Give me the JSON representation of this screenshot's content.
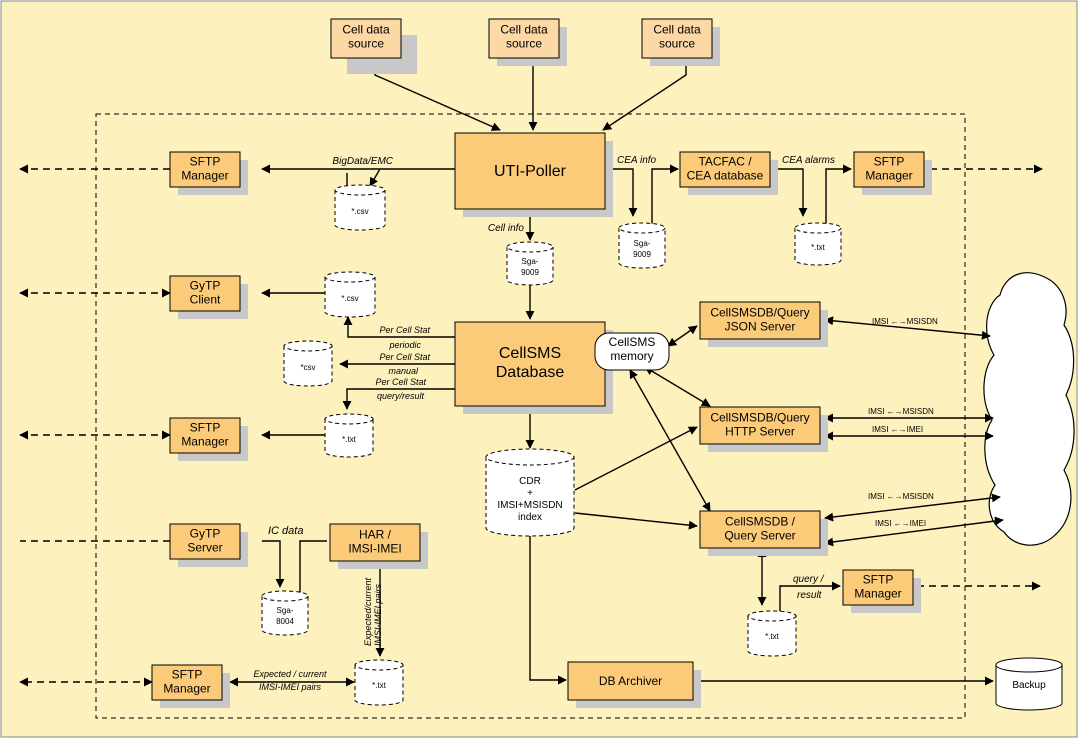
{
  "boxes": {
    "src1": [
      "Cell data",
      "source"
    ],
    "src2": [
      "Cell data",
      "source"
    ],
    "src3": [
      "Cell data",
      "source"
    ],
    "sftp_top": [
      "SFTP",
      "Manager"
    ],
    "uti_poller": [
      "UTI-Poller"
    ],
    "tacfac": [
      "TACFAC /",
      "CEA database"
    ],
    "sftp_top_right": [
      "SFTP",
      "Manager"
    ],
    "gytp_client": [
      "GyTP",
      "Client"
    ],
    "cellsms_db": [
      "CellSMS",
      "Database"
    ],
    "json_server": [
      "CellSMSDB/Query",
      "JSON Server"
    ],
    "sftp_mid": [
      "SFTP",
      "Manager"
    ],
    "http_server": [
      "CellSMSDB/Query",
      "HTTP Server"
    ],
    "gytp_server": [
      "GyTP",
      "Server"
    ],
    "har": [
      "HAR /",
      "IMSI-IMEI"
    ],
    "query_server": [
      "CellSMSDB /",
      "Query Server"
    ],
    "sftp_query": [
      "SFTP",
      "Manager"
    ],
    "sftp_bottom": [
      "SFTP",
      "Manager"
    ],
    "db_archiver": [
      "DB Archiver"
    ],
    "cellsms_memory": [
      "CellSMS",
      "memory"
    ]
  },
  "cylinders": {
    "csv_top": [
      "*.csv"
    ],
    "sga_tacfac": [
      "Sga-",
      "9009"
    ],
    "txt_top_right": [
      "*.txt"
    ],
    "sga_cell": [
      "Sga-",
      "9009"
    ],
    "csv_gytp": [
      "*.csv"
    ],
    "csv_stat": [
      "*csv"
    ],
    "txt_stat": [
      "*.txt"
    ],
    "cdr": [
      "CDR",
      "+",
      "IMSI+MSISDN",
      "index"
    ],
    "sga_8004": [
      "Sga-",
      "8004"
    ],
    "txt_har": [
      "*.txt"
    ],
    "txt_query": [
      "*.txt"
    ],
    "backup": [
      "Backup"
    ]
  },
  "labels": {
    "bigdata": "BigData/EMC",
    "cea_info": "CEA info",
    "cea_alarms": "CEA alarms",
    "cell_info": "Cell info",
    "stat_periodic_1": "Per Cell Stat",
    "stat_periodic_2": "periodic",
    "stat_manual_1": "Per Cell Stat",
    "stat_manual_2": "manual",
    "stat_query_1": "Per Cell Stat",
    "stat_query_2": "query/result",
    "ic_data": "IC data",
    "expected_vert_1": "Expected/current",
    "expected_vert_2": "IMSI-IMEI pairs",
    "expected_horz_1": "Expected / current",
    "expected_horz_2": "IMSI-IMEI pairs",
    "query_result_1": "query /",
    "query_result_2": "result",
    "json_msisdn": "IMSI ←→MSISDN",
    "http_msisdn": "IMSI ←→MSISDN",
    "http_imei": "IMSI ←→IMEI",
    "query_msisdn": "IMSI ←→MSISDN",
    "query_imei": "IMSI ←→IMEI"
  },
  "colors": {
    "background": "#fdf1bd",
    "box_fill": "#fbcb7a",
    "source_fill": "#fbd8a4",
    "shadow": "#c8c8c8",
    "stroke": "#000000"
  }
}
